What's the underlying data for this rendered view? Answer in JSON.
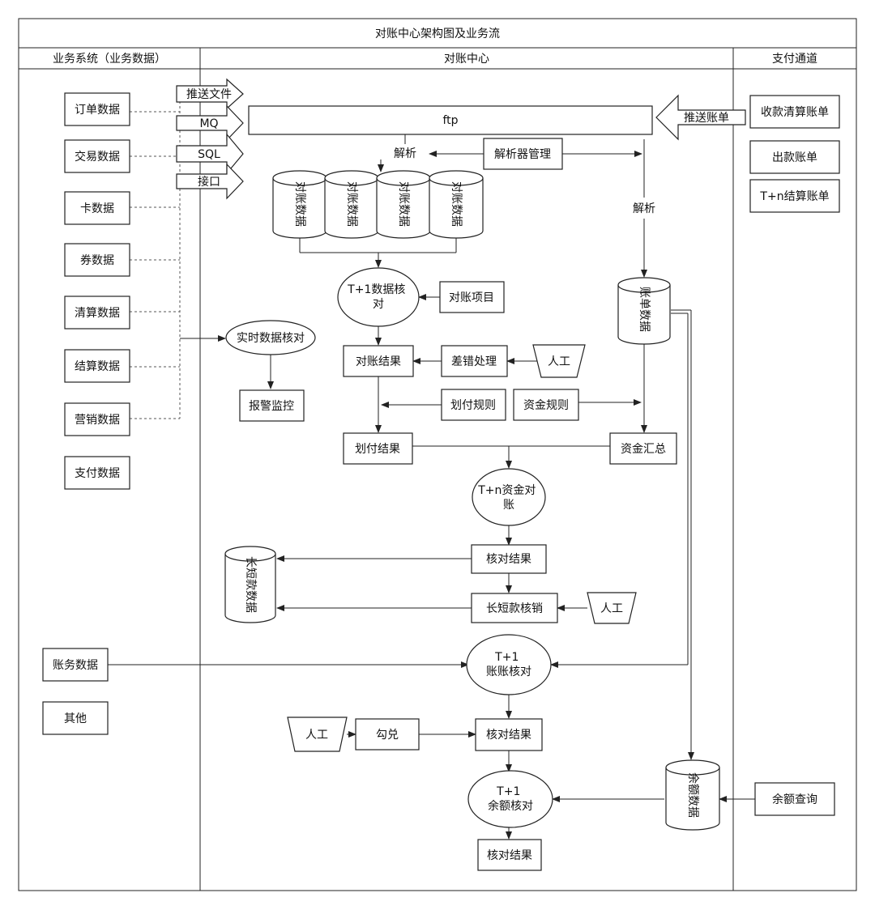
{
  "title": "对账中心架构图及业务流",
  "lanes": {
    "left": "业务系统（业务数据）",
    "center": "对账中心",
    "right": "支付通道"
  },
  "business_data": {
    "order": "订单数据",
    "trade": "交易数据",
    "card": "卡数据",
    "coupon": "券数据",
    "clearing": "清算数据",
    "settlement": "结算数据",
    "marketing": "营销数据",
    "payment": "支付数据",
    "accounting": "账务数据",
    "other": "其他"
  },
  "transports": {
    "push_file": "推送文件",
    "mq": "MQ",
    "sql": "SQL",
    "api": "接口"
  },
  "channel": {
    "push_bill": "推送账单",
    "collect_bill": "收款清算账单",
    "payout_bill": "出款账单",
    "tn_bill": "T+n结算账单",
    "balance_query": "余额查询"
  },
  "center": {
    "ftp": "ftp",
    "parse_left": "解析",
    "parse_right": "解析",
    "parser_mgmt": "解析器管理",
    "recon_db": [
      "对账数据",
      "对账数据",
      "对账数据",
      "对账数据"
    ],
    "t1_check_l1": "T+1数据核",
    "t1_check_l2": "对",
    "recon_item": "对账项目",
    "bill_data": "账单数据",
    "realtime_check": "实时数据核对",
    "alarm": "报警监控",
    "recon_result": "对账结果",
    "diff_proc": "差错处理",
    "manual_1": "人工",
    "transfer_rule": "划付规则",
    "fund_rule": "资金规则",
    "transfer_result": "划付结果",
    "fund_summary": "资金汇总",
    "tn_fund_l1": "T+n资金对",
    "tn_fund_l2": "账",
    "check_result_1": "核对结果",
    "ls_data": "长短款数据",
    "ls_writeoff": "长短款核销",
    "manual_2": "人工",
    "t1_acct_l1": "T+1",
    "t1_acct_l2": "账账核对",
    "manual_3": "人工",
    "tick": "勾兑",
    "check_result_2": "核对结果",
    "balance_data": "余额数据",
    "t1_bal_l1": "T+1",
    "t1_bal_l2": "余额核对",
    "check_result_3": "核对结果"
  }
}
